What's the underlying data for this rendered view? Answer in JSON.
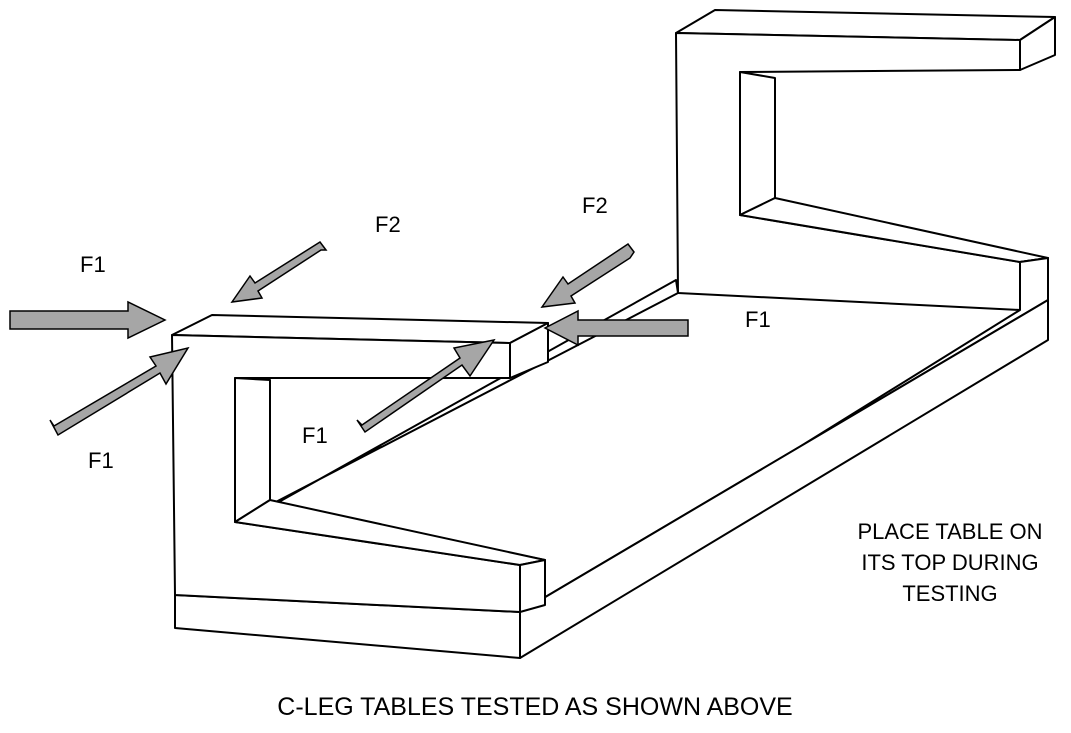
{
  "labels": {
    "f1_top_left": "F1",
    "f2_top_center": "F2",
    "f2_top_right": "F2",
    "f1_right": "F1",
    "f1_lower_left": "F1",
    "f1_center": "F1"
  },
  "note": {
    "line1": "PLACE TABLE ON",
    "line2": "ITS TOP DURING",
    "line3": "TESTING"
  },
  "caption": "C-LEG TABLES TESTED AS SHOWN ABOVE",
  "colors": {
    "arrow_fill": "#a6a6a6",
    "outline": "#000000",
    "background": "#ffffff"
  }
}
